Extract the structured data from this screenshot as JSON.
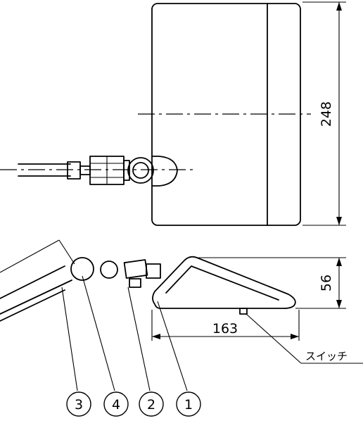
{
  "dimensions": {
    "height": "248",
    "depth": "56",
    "width": "163"
  },
  "labels": {
    "switch": "スイッチ"
  },
  "part_numbers": [
    "3",
    "4",
    "2",
    "1"
  ]
}
